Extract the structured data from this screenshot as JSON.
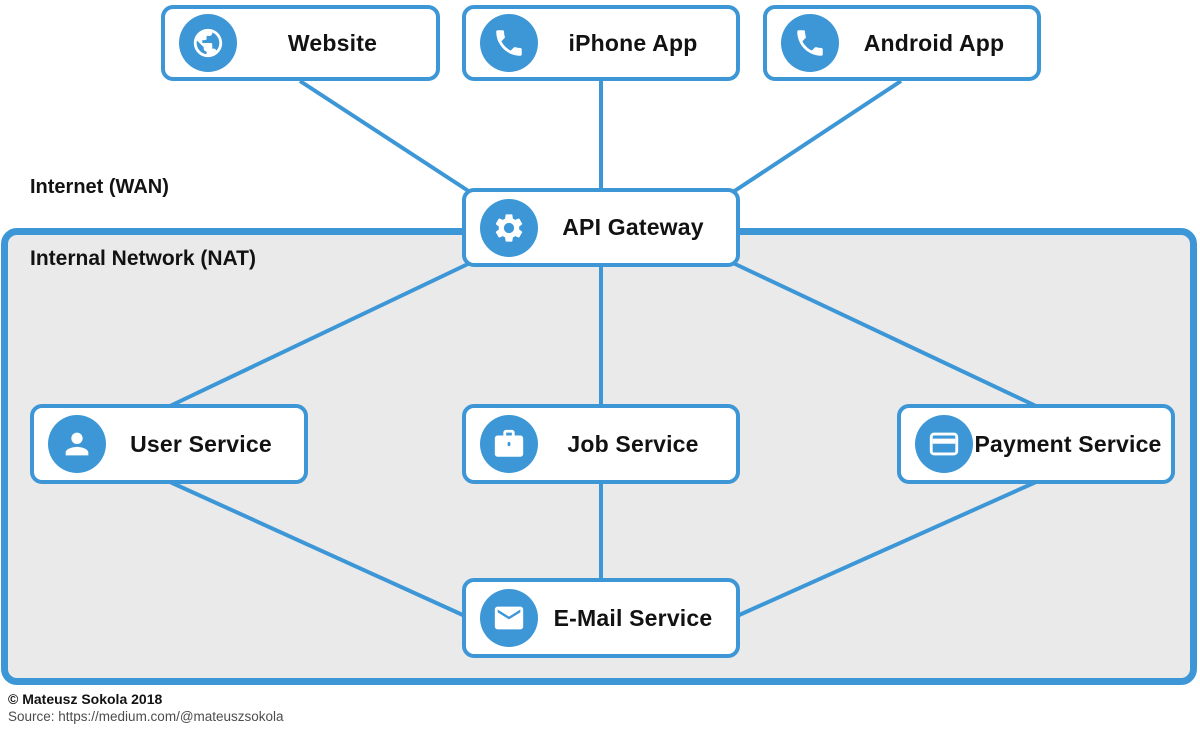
{
  "zones": {
    "wan_label": "Internet (WAN)",
    "nat_label": "Internal Network (NAT)"
  },
  "nodes": [
    {
      "id": "website",
      "label": "Website",
      "icon": "globe-icon"
    },
    {
      "id": "iphone-app",
      "label": "iPhone App",
      "icon": "phone-icon"
    },
    {
      "id": "android-app",
      "label": "Android App",
      "icon": "phone-icon"
    },
    {
      "id": "api-gateway",
      "label": "API Gateway",
      "icon": "gear-icon"
    },
    {
      "id": "user-service",
      "label": "User Service",
      "icon": "user-icon"
    },
    {
      "id": "job-service",
      "label": "Job Service",
      "icon": "briefcase-icon"
    },
    {
      "id": "payment-service",
      "label": "Payment Service",
      "icon": "credit-card-icon"
    },
    {
      "id": "email-service",
      "label": "E-Mail Service",
      "icon": "envelope-icon"
    }
  ],
  "edges": [
    {
      "from": "website",
      "to": "api-gateway"
    },
    {
      "from": "iphone-app",
      "to": "api-gateway"
    },
    {
      "from": "android-app",
      "to": "api-gateway"
    },
    {
      "from": "api-gateway",
      "to": "user-service"
    },
    {
      "from": "api-gateway",
      "to": "job-service"
    },
    {
      "from": "api-gateway",
      "to": "payment-service"
    },
    {
      "from": "user-service",
      "to": "email-service"
    },
    {
      "from": "job-service",
      "to": "email-service"
    },
    {
      "from": "payment-service",
      "to": "email-service"
    }
  ],
  "colors": {
    "accent": "#3d97d7",
    "panel_fill": "#eaeaea",
    "node_fill": "#ffffff",
    "label_text": "#121212",
    "source_text": "#4d4d4d"
  },
  "footer": {
    "copyright": "© Mateusz Sokola 2018",
    "source": "Source: https://medium.com/@mateuszsokola"
  }
}
